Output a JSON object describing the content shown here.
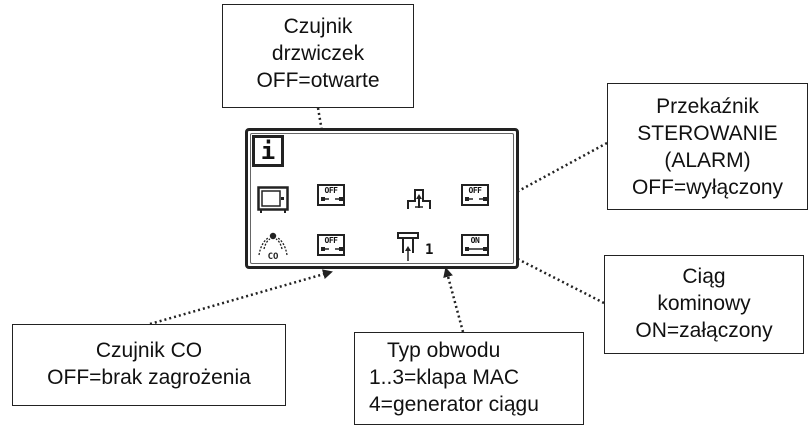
{
  "callouts": {
    "door_sensor": {
      "lines": [
        "Czujnik",
        "drzwiczek",
        "OFF=otwarte"
      ]
    },
    "relay_control": {
      "lines": [
        "Przekaźnik",
        "STEROWANIE",
        "(ALARM)",
        "OFF=wyłączony"
      ]
    },
    "chimney_draft": {
      "lines": [
        "Ciąg",
        "kominowy",
        "ON=załączony"
      ]
    },
    "circuit_type": {
      "lines": [
        "Typ obwodu",
        "1..3=klapa MAC",
        "4=generator ciągu"
      ]
    },
    "co_sensor": {
      "lines": [
        "Czujnik CO",
        "OFF=brak zagrożenia"
      ]
    }
  },
  "screen": {
    "info_label": "i",
    "badges": {
      "door": "OFF",
      "relay": "OFF",
      "co": "OFF",
      "draft": "ON"
    },
    "circuit_number": "1",
    "co_icon_text": "CO"
  },
  "colors": {
    "line": "#222222",
    "background": "#ffffff"
  }
}
